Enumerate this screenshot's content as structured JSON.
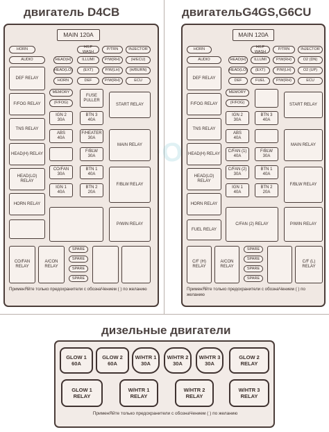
{
  "titles": {
    "left": "двигатель D4CB",
    "right": "двигательG4GS,G6CU",
    "bottom": "дизельные двигатели"
  },
  "watermark": "CARPOD.RU",
  "left_panel": {
    "main": "MAIN 120A",
    "top_left": [
      "HORN",
      "AUDIO",
      "DEF",
      "F/FOG",
      "TNS",
      "HEAD(H)",
      "HEAD(LO)",
      "HORN"
    ],
    "small_mid": [
      "HEAD(H)",
      "HEAD(LO)",
      "HORN"
    ],
    "col2": [
      "H/LP WASH",
      "ILLUMI",
      "(EXT)",
      "DEF"
    ],
    "col3": [
      "P/TRN",
      "P/W(RH)",
      "P/W(LH)",
      "P/W(RH)"
    ],
    "col4": [
      "INJECTOR",
      "(H/ECU)",
      "(H/BURN)",
      "ECU"
    ],
    "small_fuses": [
      [
        "IGN 2",
        "30A"
      ],
      [
        "BTN 3",
        "40A"
      ],
      [
        "ABS",
        "40A"
      ],
      [
        "F/HEATER",
        "30A"
      ],
      [
        "F/BLW",
        "30A"
      ],
      [
        "CO/FAN",
        "30A"
      ],
      [
        "BTN 1",
        "40A"
      ],
      [
        "IGN 1",
        "40A"
      ],
      [
        "BTN 2",
        "20A"
      ]
    ],
    "relays": [
      "DEF RELAY",
      "F/FOG RELAY",
      "TNS RELAY",
      "HEAD(H) RELAY",
      "HEAD(LO) RELAY",
      "HORN RELAY",
      "START RELAY",
      "MAIN RELAY",
      "F/BLW RELAY",
      "P/WIN RELAY",
      "CO/FAN RELAY",
      "A/CON RELAY"
    ],
    "memory": "MEMORY",
    "ffog": "(F/FOG)",
    "puller": "FUSE PULLER",
    "spare": "SPARE",
    "note": "ПрименЯйте только предохранители с обознаЧением ( ) по желанию"
  },
  "right_panel": {
    "main": "MAIN 120A",
    "col1": [
      "HORN",
      "AUDIO",
      "HEAD(H)",
      "HEAD(LO)",
      "DEF"
    ],
    "col2": [
      "H/LP WASH",
      "ILLUMI",
      "(EXT)",
      "FUEL"
    ],
    "col3": [
      "P/TRN",
      "P/W(RH)",
      "P/W(LH)",
      "P/W(RH)"
    ],
    "col4": [
      "INJECTOR",
      "O2 (DN)",
      "O2 (UP)",
      "ECU"
    ],
    "small_fuses": [
      [
        "IGN 2",
        "30A"
      ],
      [
        "BTN 3",
        "40A"
      ],
      [
        "ABS",
        "40A"
      ],
      [
        "C/FAN (1)",
        "40A"
      ],
      [
        "F/BLW",
        "30A"
      ],
      [
        "C/FAN (2)",
        "30A"
      ],
      [
        "BTN 1",
        "40A"
      ],
      [
        "IGN 1",
        "40A"
      ],
      [
        "BTN 2",
        "20A"
      ]
    ],
    "relays": [
      "DEF RELAY",
      "F/FOG RELAY",
      "TNS RELAY",
      "HEAD(H) RELAY",
      "HEAD(LO) RELAY",
      "HORN RELAY",
      "FUEL RELAY",
      "START RELAY",
      "MAIN RELAY",
      "F/BLW RELAY",
      "C/FAN (2) RELAY",
      "P/WIN RELAY",
      "C/F (H) RELAY",
      "A/CON RELAY",
      "C/F (L) RELAY"
    ],
    "memory": "MEMORY",
    "ffog": "(F/FOG)",
    "spare": "SPARE",
    "note": "ПрименЯйте только предохранители с обознаЧением ( ) по желанию"
  },
  "diesel": {
    "fuses": [
      [
        "GLOW 1",
        "60A"
      ],
      [
        "GLOW 2",
        "60A"
      ],
      [
        "W/HTR 1",
        "30A"
      ],
      [
        "W/HTR 2",
        "30A"
      ],
      [
        "W/HTR 3",
        "30A"
      ]
    ],
    "relays": [
      "GLOW 2 RELAY",
      "GLOW 1 RELAY",
      "W/HTR 1 RELAY",
      "W/HTR 2 RELAY",
      "W/HTR 3 RELAY"
    ],
    "note": "ПрименЯйте только предохранители с обознаЧением ( ) по желанию"
  }
}
